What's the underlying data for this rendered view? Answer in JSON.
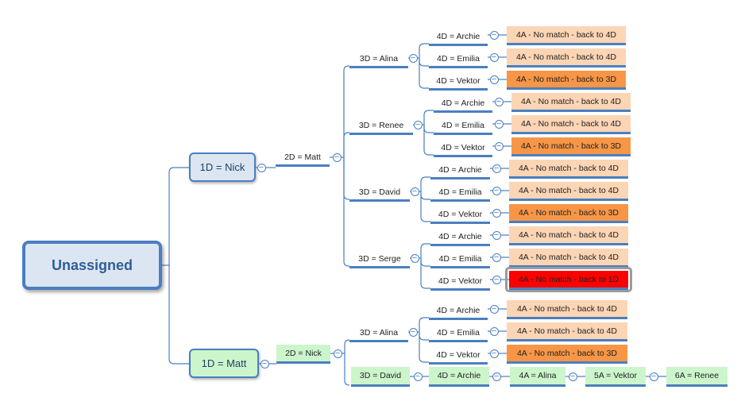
{
  "colors": {
    "line": "#4a7fc0",
    "root_fill": "#dce6f2",
    "green_fill": "#ccf5cc",
    "light_orange": "#fcd5b5",
    "dark_orange": "#f79646",
    "red": "#ff0000",
    "highlight_border": "#9a9a9a"
  },
  "icons": {
    "collapse": "collapse-minus-icon"
  },
  "toggle_glyph": "−",
  "root": {
    "label": "Unassigned"
  },
  "branches": [
    {
      "label": "1D = Nick",
      "child": {
        "label": "2D = Matt",
        "children": [
          {
            "label": "3D = Alina",
            "children": [
              {
                "label": "4D = Archie",
                "result": "4A - No match - back to 4D",
                "level": "4D"
              },
              {
                "label": "4D = Emilia",
                "result": "4A - No match - back to 4D",
                "level": "4D"
              },
              {
                "label": "4D = Vektor",
                "result": "4A - No match - back to 3D",
                "level": "3D"
              }
            ]
          },
          {
            "label": "3D = Renee",
            "children": [
              {
                "label": "4D = Archie",
                "result": "4A - No match - back to 4D",
                "level": "4D"
              },
              {
                "label": "4D = Emilia",
                "result": "4A - No match - back to 4D",
                "level": "4D"
              },
              {
                "label": "4D = Vektor",
                "result": "4A - No match - back to 3D",
                "level": "3D"
              }
            ]
          },
          {
            "label": "3D = David",
            "children": [
              {
                "label": "4D = Archie",
                "result": "4A - No match - back to 4D",
                "level": "4D"
              },
              {
                "label": "4D = Emilia",
                "result": "4A - No match - back to 4D",
                "level": "4D"
              },
              {
                "label": "4D = Vektor",
                "result": "4A - No match - back to 3D",
                "level": "3D"
              }
            ]
          },
          {
            "label": "3D = Serge",
            "children": [
              {
                "label": "4D = Archie",
                "result": "4A - No match - back to 4D",
                "level": "4D"
              },
              {
                "label": "4D = Emilia",
                "result": "4A - No match - back to 4D",
                "level": "4D"
              },
              {
                "label": "4D = Vektor",
                "result": "4A - No match - back to 1D",
                "level": "1D",
                "highlighted": true
              }
            ]
          }
        ]
      }
    },
    {
      "label": "1D = Matt",
      "child": {
        "label": "2D = Nick",
        "children": [
          {
            "label": "3D = Alina",
            "children": [
              {
                "label": "4D = Archie",
                "result": "4A - No match - back to 4D",
                "level": "4D"
              },
              {
                "label": "4D = Emilia",
                "result": "4A - No match - back to 4D",
                "level": "4D"
              },
              {
                "label": "4D = Vektor",
                "result": "4A - No match - back to 3D",
                "level": "3D"
              }
            ]
          },
          {
            "label": "3D = David",
            "chain": [
              "4D = Archie",
              "4A = Alina",
              "5A = Vektor",
              "6A = Renee"
            ]
          }
        ]
      }
    }
  ]
}
